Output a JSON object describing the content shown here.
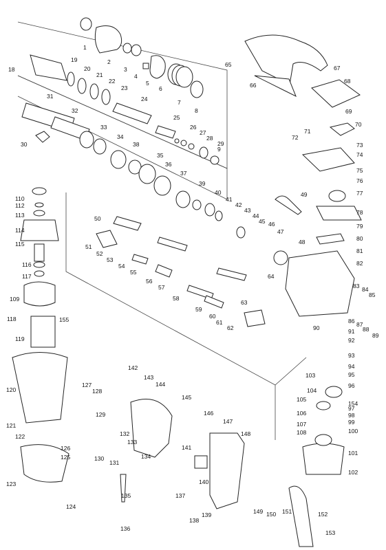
{
  "diagram": {
    "part_numbers": [
      "1",
      "2",
      "3",
      "4",
      "5",
      "6",
      "7",
      "8",
      "9",
      "18",
      "19",
      "20",
      "21",
      "22",
      "23",
      "24",
      "25",
      "26",
      "27",
      "28",
      "29",
      "30",
      "31",
      "32",
      "33",
      "34",
      "35",
      "36",
      "37",
      "38",
      "39",
      "40",
      "41",
      "42",
      "43",
      "44",
      "45",
      "46",
      "47",
      "48",
      "49",
      "50",
      "51",
      "52",
      "53",
      "54",
      "55",
      "56",
      "57",
      "58",
      "59",
      "60",
      "61",
      "62",
      "63",
      "64",
      "65",
      "66",
      "67",
      "68",
      "69",
      "70",
      "71",
      "72",
      "73",
      "74",
      "75",
      "76",
      "77",
      "78",
      "79",
      "80",
      "81",
      "82",
      "83",
      "84",
      "85",
      "86",
      "87",
      "88",
      "89",
      "90",
      "91",
      "92",
      "93",
      "94",
      "95",
      "96",
      "97",
      "98",
      "99",
      "100",
      "101",
      "102",
      "103",
      "104",
      "105",
      "106",
      "107",
      "108",
      "109",
      "110",
      "112",
      "113",
      "114",
      "115",
      "116",
      "117",
      "118",
      "119",
      "120",
      "121",
      "122",
      "123",
      "124",
      "125",
      "126",
      "127",
      "128",
      "129",
      "130",
      "131",
      "132",
      "133",
      "134",
      "135",
      "136",
      "137",
      "138",
      "139",
      "140",
      "141",
      "142",
      "143",
      "144",
      "145",
      "146",
      "147",
      "148",
      "149",
      "150",
      "151",
      "152",
      "153",
      "154",
      "155"
    ]
  }
}
